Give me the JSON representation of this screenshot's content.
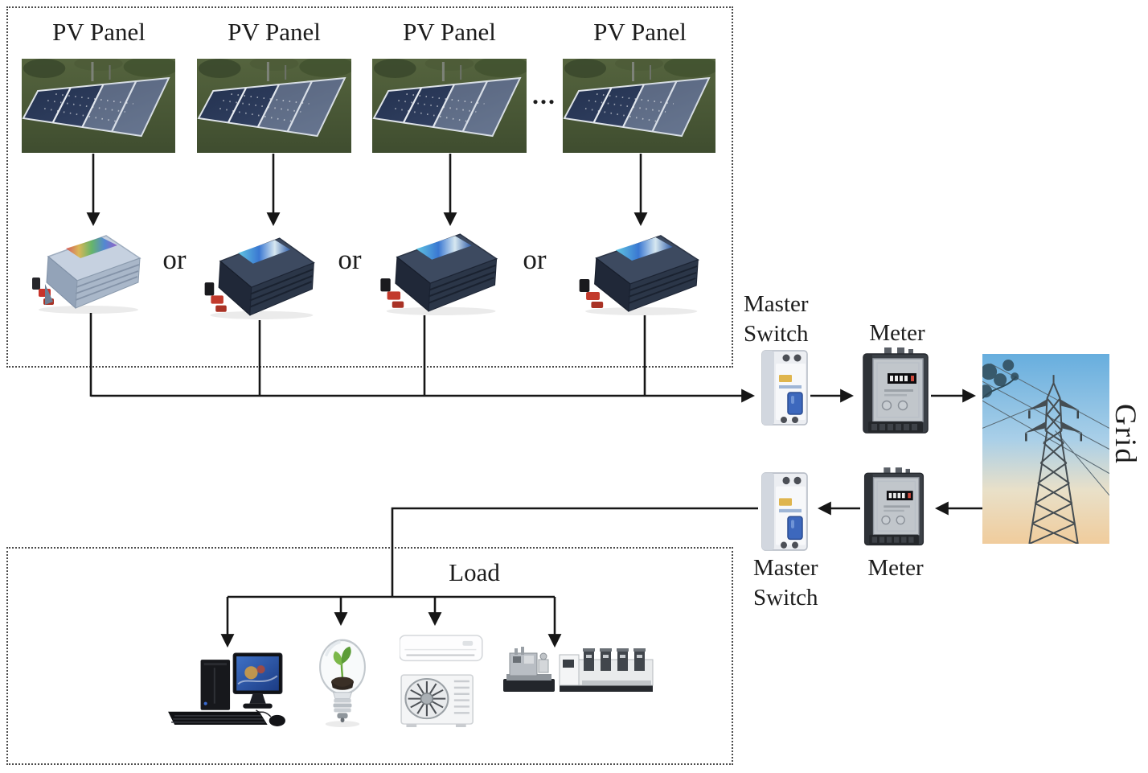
{
  "generation_box": {
    "panels": [
      {
        "label": "PV Panel"
      },
      {
        "label": "PV Panel"
      },
      {
        "label": "PV Panel"
      },
      {
        "label": "PV Panel"
      }
    ],
    "ellipsis": "...",
    "or_separators": [
      "or",
      "or",
      "or"
    ],
    "panel_icon": "solar-panel-photo",
    "inverter_icons": [
      "grid-tie-inverter-silver",
      "grid-tie-inverter-black",
      "grid-tie-inverter-black",
      "grid-tie-inverter-black"
    ]
  },
  "export_path": {
    "master_switch_label_line1": "Master",
    "master_switch_label_line2": "Switch",
    "meter_label": "Meter",
    "master_switch_icon": "circuit-breaker",
    "meter_icon": "energy-meter"
  },
  "grid": {
    "label": "Grid",
    "icon": "transmission-tower-photo"
  },
  "import_path": {
    "master_switch_label_line1": "Master",
    "master_switch_label_line2": "Switch",
    "meter_label": "Meter",
    "master_switch_icon": "circuit-breaker",
    "meter_icon": "energy-meter"
  },
  "load_box": {
    "label": "Load",
    "device_icons": [
      "desktop-computer",
      "eco-light-bulb",
      "air-conditioner",
      "printing-machines"
    ]
  },
  "colors": {
    "background": "#ffffff",
    "line": "#161616",
    "text": "#1c1c1c",
    "dotted_border": "#4b4b4b"
  }
}
